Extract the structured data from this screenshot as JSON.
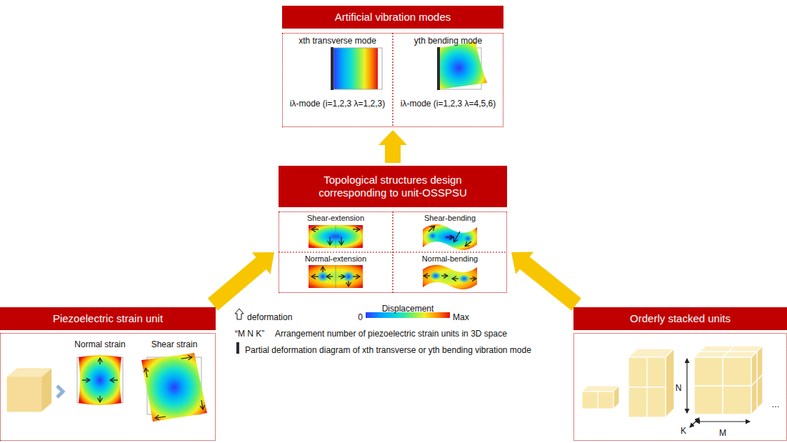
{
  "diagram": {
    "nodes": [
      {
        "text": [
          "Artificial vibration modes"
        ]
      },
      {
        "text": [
          "xth transverse mode",
          "iλ-mode (i=1,2,3 λ=1,2,3)"
        ],
        "in": 0
      },
      {
        "text": [
          "yth bending mode",
          "iλ-mode (i=1,2,3 λ=4,5,6)"
        ],
        "in": 0
      },
      {
        "text": [
          "Topological structures design corresponding to unit-OSSPSU"
        ]
      },
      {
        "text": [
          "Shear-extension"
        ],
        "in": 3
      },
      {
        "text": [
          "Shear-bending"
        ],
        "in": 3
      },
      {
        "text": [
          "Normal-extension"
        ],
        "in": 3
      },
      {
        "text": [
          "Normal-bending"
        ],
        "in": 3
      },
      {
        "text": [
          "Piezoelectric strain unit"
        ]
      },
      {
        "text": [
          "Orderly stacked units"
        ]
      }
    ],
    "edges": [
      {
        "from": 3,
        "to": 0,
        "arrow": "to"
      },
      {
        "from": 8,
        "to": 3,
        "arrow": "to"
      },
      {
        "from": 9,
        "to": 3,
        "arrow": "to"
      }
    ],
    "labels": [
      "Normal strain",
      "Shear strain",
      "Displacement",
      "0",
      "Max",
      "“M N K”",
      "Arrangement number of piezoelectric strain units in 3D space",
      "N",
      "K",
      "M",
      "…"
    ],
    "legend": [
      {
        "text": "deformation"
      },
      {
        "text": "Partial deformation diagram of xth transverse or yth bending vibration mode"
      }
    ]
  }
}
